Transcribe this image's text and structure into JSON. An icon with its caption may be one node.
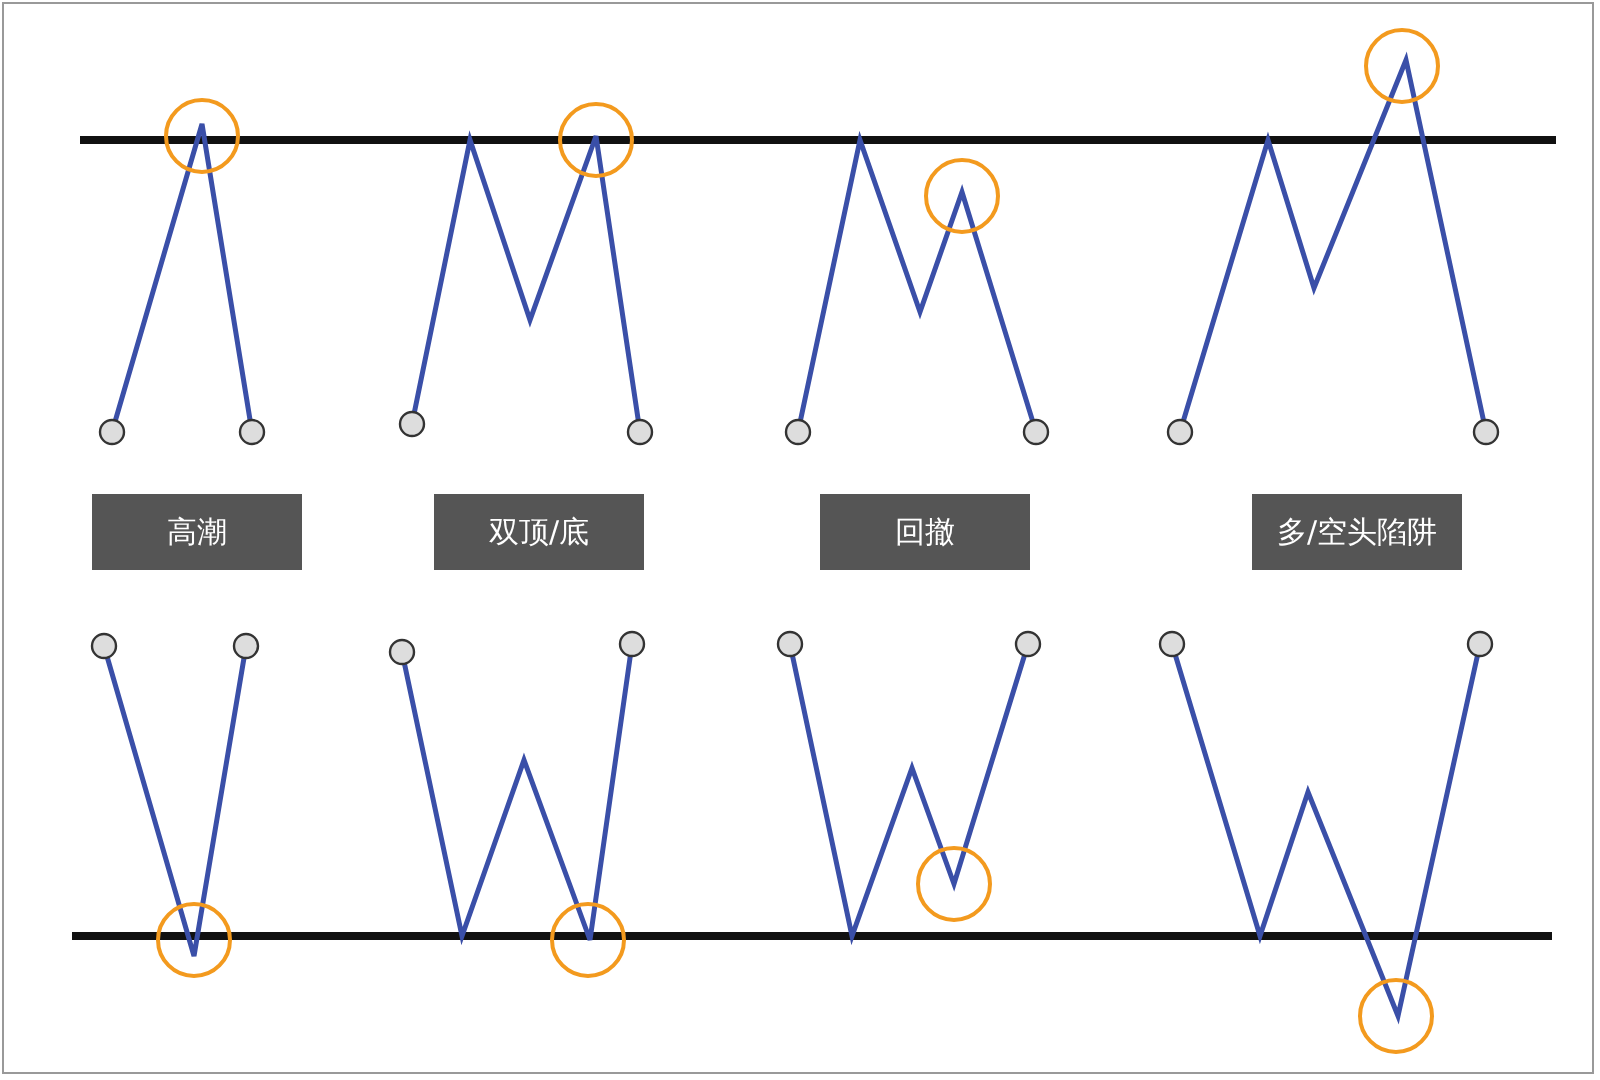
{
  "diagram": {
    "nodes": [
      {
        "text": [
          "高潮"
        ]
      },
      {
        "text": [
          "双顶/底"
        ]
      },
      {
        "text": [
          "回撤"
        ]
      },
      {
        "text": [
          "多/空头陷阱"
        ]
      }
    ]
  }
}
